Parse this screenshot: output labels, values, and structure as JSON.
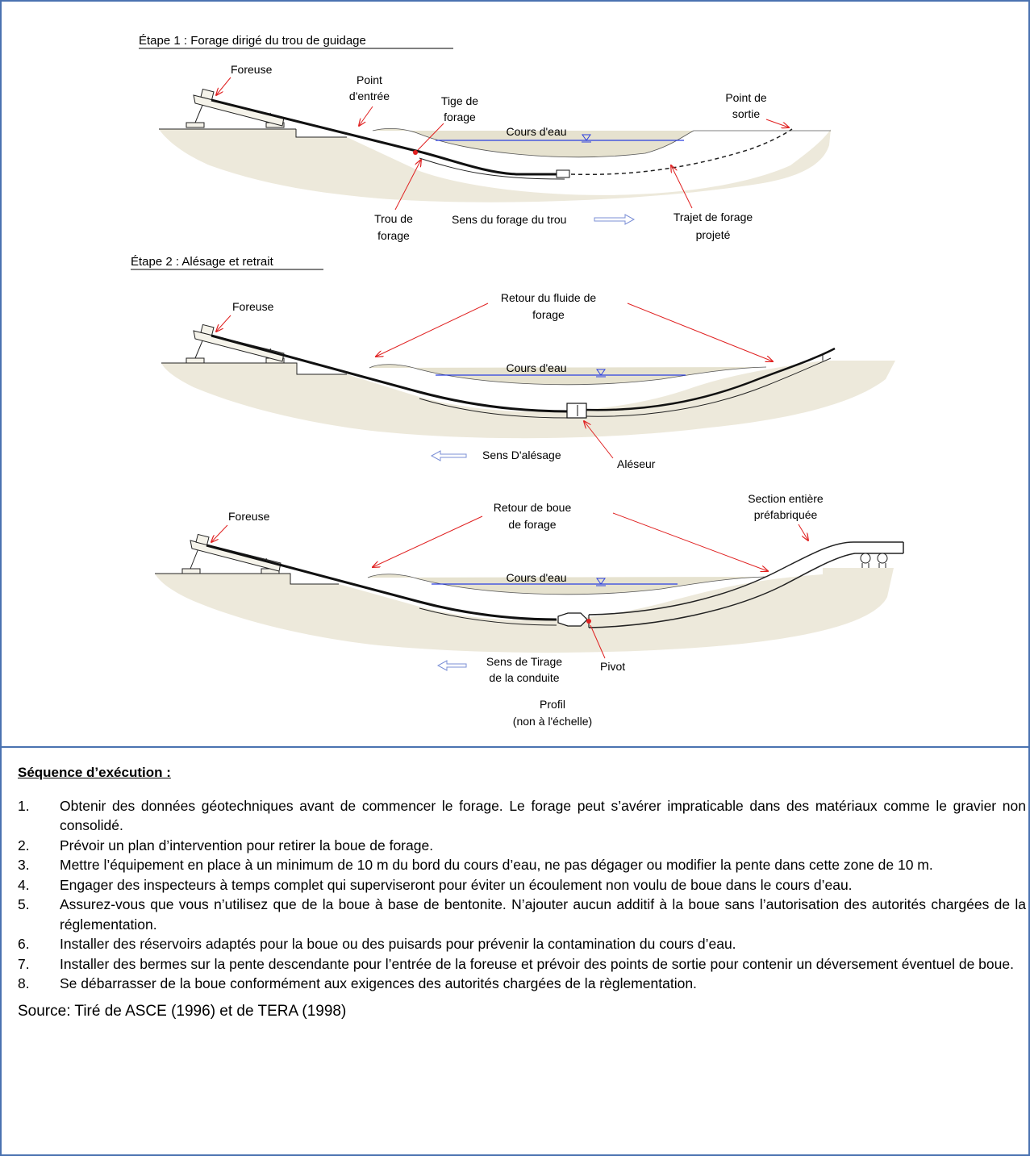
{
  "diagram": {
    "stage1": {
      "title": "Étape 1 : Forage dirigé du trou de guidage",
      "foreuse": "Foreuse",
      "point_entree": [
        "Point",
        "d'entrée"
      ],
      "tige": [
        "Tige de",
        "forage"
      ],
      "cours_eau": "Cours d'eau",
      "point_sortie": [
        "Point de",
        "sortie"
      ],
      "trou": [
        "Trou de",
        "forage"
      ],
      "sens": "Sens du forage du trou",
      "trajet": [
        "Trajet de forage",
        "projeté"
      ]
    },
    "stage2": {
      "title": "Étape 2 : Alésage et retrait",
      "foreuse": "Foreuse",
      "retour": [
        "Retour du fluide de",
        "forage"
      ],
      "cours_eau": "Cours d'eau",
      "sens": "Sens D'alésage",
      "aleseur": "Aléseur"
    },
    "stage3": {
      "foreuse": "Foreuse",
      "retour": [
        "Retour de boue",
        "de forage"
      ],
      "section": [
        "Section entière",
        "préfabriquée"
      ],
      "cours_eau": "Cours d'eau",
      "sens": [
        "Sens de Tirage",
        "de la conduite"
      ],
      "pivot": "Pivot",
      "profil": [
        "Profil",
        "(non à l'échelle)"
      ]
    },
    "colors": {
      "ground": "#ede9db",
      "water": "#2b3fe0",
      "annotation": "#e02020",
      "border": "#4a72b0"
    }
  },
  "sequence": {
    "title": "Séquence d’exécution :",
    "steps": [
      {
        "num": "1.",
        "text": "Obtenir des données géotechniques avant de commencer le forage. Le forage peut s’avérer impraticable dans des matériaux comme le gravier non consolidé."
      },
      {
        "num": "2.",
        "text": "Prévoir un plan d’intervention pour retirer la boue de forage."
      },
      {
        "num": "3.",
        "text": "Mettre l’équipement en place à un minimum de 10 m du bord du cours d’eau, ne pas dégager ou modifier la pente dans cette zone de 10 m."
      },
      {
        "num": "4.",
        "text": "Engager des inspecteurs à temps complet qui superviseront pour éviter un écoulement non voulu de boue dans le cours d’eau."
      },
      {
        "num": "5.",
        "text": "Assurez-vous que vous n’utilisez que de la boue à base de bentonite. N’ajouter aucun additif à la boue sans l’autorisation des autorités chargées de la réglementation."
      },
      {
        "num": "6.",
        "text": "Installer des réservoirs adaptés pour la boue ou des puisards pour prévenir la contamination du cours d’eau."
      },
      {
        "num": "7.",
        "text": "Installer des bermes sur la pente descendante pour l’entrée de la foreuse et prévoir des points de sortie pour contenir un déversement éventuel de boue."
      },
      {
        "num": "8.",
        "text": "Se débarrasser de la boue conformément aux exigences des autorités chargées de la règlementation."
      }
    ],
    "source": "Source: Tiré de ASCE (1996) et de TERA (1998)"
  }
}
